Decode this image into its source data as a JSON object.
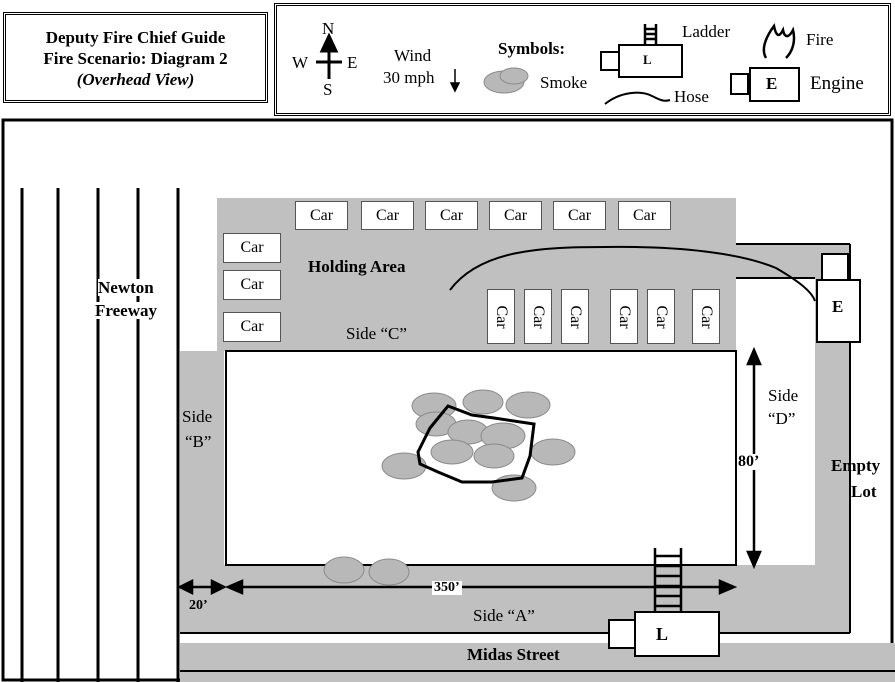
{
  "title_box": {
    "line1": "Deputy Fire Chief Guide",
    "line2": "Fire Scenario: Diagram 2",
    "line3": "(Overhead View)"
  },
  "legend": {
    "compass": {
      "n": "N",
      "s": "S",
      "e": "E",
      "w": "W"
    },
    "wind_label": "Wind",
    "wind_speed": "30 mph",
    "symbols_heading": "Symbols:",
    "ladder_label": "Ladder",
    "ladder_letter": "L",
    "fire_label": "Fire",
    "smoke_label": "Smoke",
    "hose_label": "Hose",
    "engine_label": "Engine",
    "engine_letter": "E"
  },
  "scene": {
    "freeway_label_1": "Newton",
    "freeway_label_2": "Freeway",
    "holding_area": "Holding Area",
    "cars_top": [
      "Car",
      "Car",
      "Car",
      "Car",
      "Car",
      "Car"
    ],
    "cars_left": [
      "Car",
      "Car",
      "Car"
    ],
    "cars_vertical": [
      "Car",
      "Car",
      "Car",
      "Car",
      "Car",
      "Car"
    ],
    "side_c": "Side “C”",
    "side_b_1": "Side",
    "side_b_2": "“B”",
    "side_d_1": "Side",
    "side_d_2": "“D”",
    "side_a": "Side “A”",
    "dim_80": "80’",
    "dim_350": "350’",
    "dim_20": "20’",
    "empty_lot_1": "Empty",
    "empty_lot_2": "Lot",
    "street": "Midas Street",
    "engine_letter": "E",
    "ladder_letter": "L"
  },
  "colors": {
    "pavement": "#c0c0c0",
    "smoke": "#b8b8b8"
  }
}
